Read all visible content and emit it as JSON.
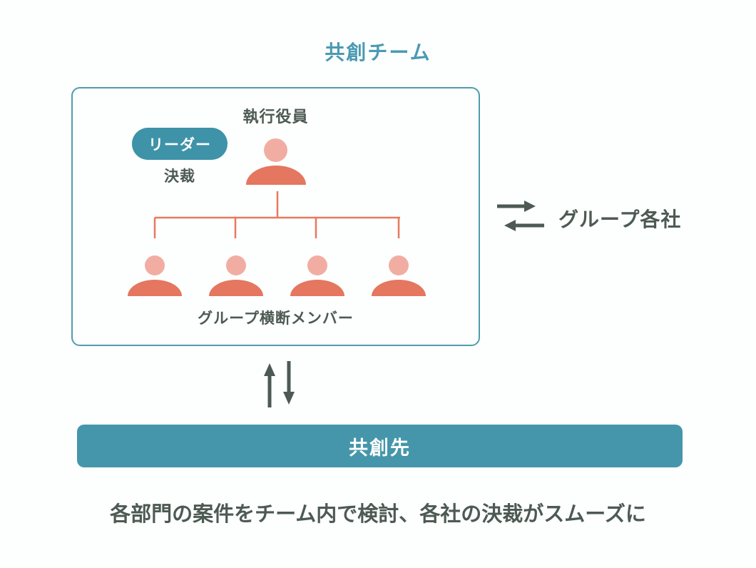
{
  "page": {
    "title": "共創チーム",
    "caption": "各部門の案件をチーム内で検討、各社の決裁がスムーズに"
  },
  "team_box": {
    "executive_label": "執行役員",
    "leader_badge": "リーダー",
    "approval_label": "決裁",
    "members_label": "グループ横断メンバー",
    "member_count": 4
  },
  "right_side": {
    "label": "グループ各社"
  },
  "partner_banner": {
    "label": "共創先"
  },
  "colors": {
    "teal_banner": "#4596AB",
    "teal_badge": "#3E93A8",
    "teal_border": "#4E9DAD",
    "teal_title_text": "#4A9AB2",
    "coral_body": "#E5765F",
    "coral_head": "#F2ADA2",
    "coral_line": "#E8795F",
    "dark_text": "#4D5A53",
    "background": "#FDFEFE"
  }
}
